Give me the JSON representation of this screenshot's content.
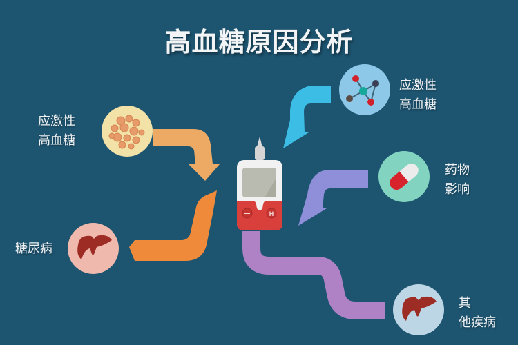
{
  "title": "高血糖原因分析",
  "colors": {
    "background": "#1d5470",
    "title_text": "#f2f4f5",
    "arrow_stress_left": "#ecaa65",
    "arrow_diabetes": "#ee8a3a",
    "arrow_stress_right": "#3cbde6",
    "arrow_drug": "#8e8fd8",
    "path_other": "#ae82c4",
    "meter_body_top": "#f1f1f1",
    "meter_body_bottom": "#d9403b",
    "meter_screen": "#b9bbb1"
  },
  "center": {
    "icon": "glucose-meter-icon",
    "buttons": [
      "minus",
      "H"
    ]
  },
  "causes": [
    {
      "id": "stress-left",
      "label_line1": "应激性",
      "label_line2": "高血糖",
      "icon": "blood-cells-icon",
      "circle_color": "#f3e2a7"
    },
    {
      "id": "diabetes",
      "label_line1": "糖尿病",
      "label_line2": "",
      "icon": "liver-icon",
      "circle_color": "#f0b9ad"
    },
    {
      "id": "stress-right",
      "label_line1": "应激性",
      "label_line2": "高血糖",
      "icon": "molecule-icon",
      "circle_color": "#8ec8e8"
    },
    {
      "id": "drug",
      "label_line1": "药物",
      "label_line2": "影响",
      "icon": "pill-capsule-icon",
      "circle_color": "#82d3c0"
    },
    {
      "id": "other",
      "label_line1": "其",
      "label_line2": "他疾病",
      "icon": "liver-icon",
      "circle_color": "#bcd6e6"
    }
  ]
}
